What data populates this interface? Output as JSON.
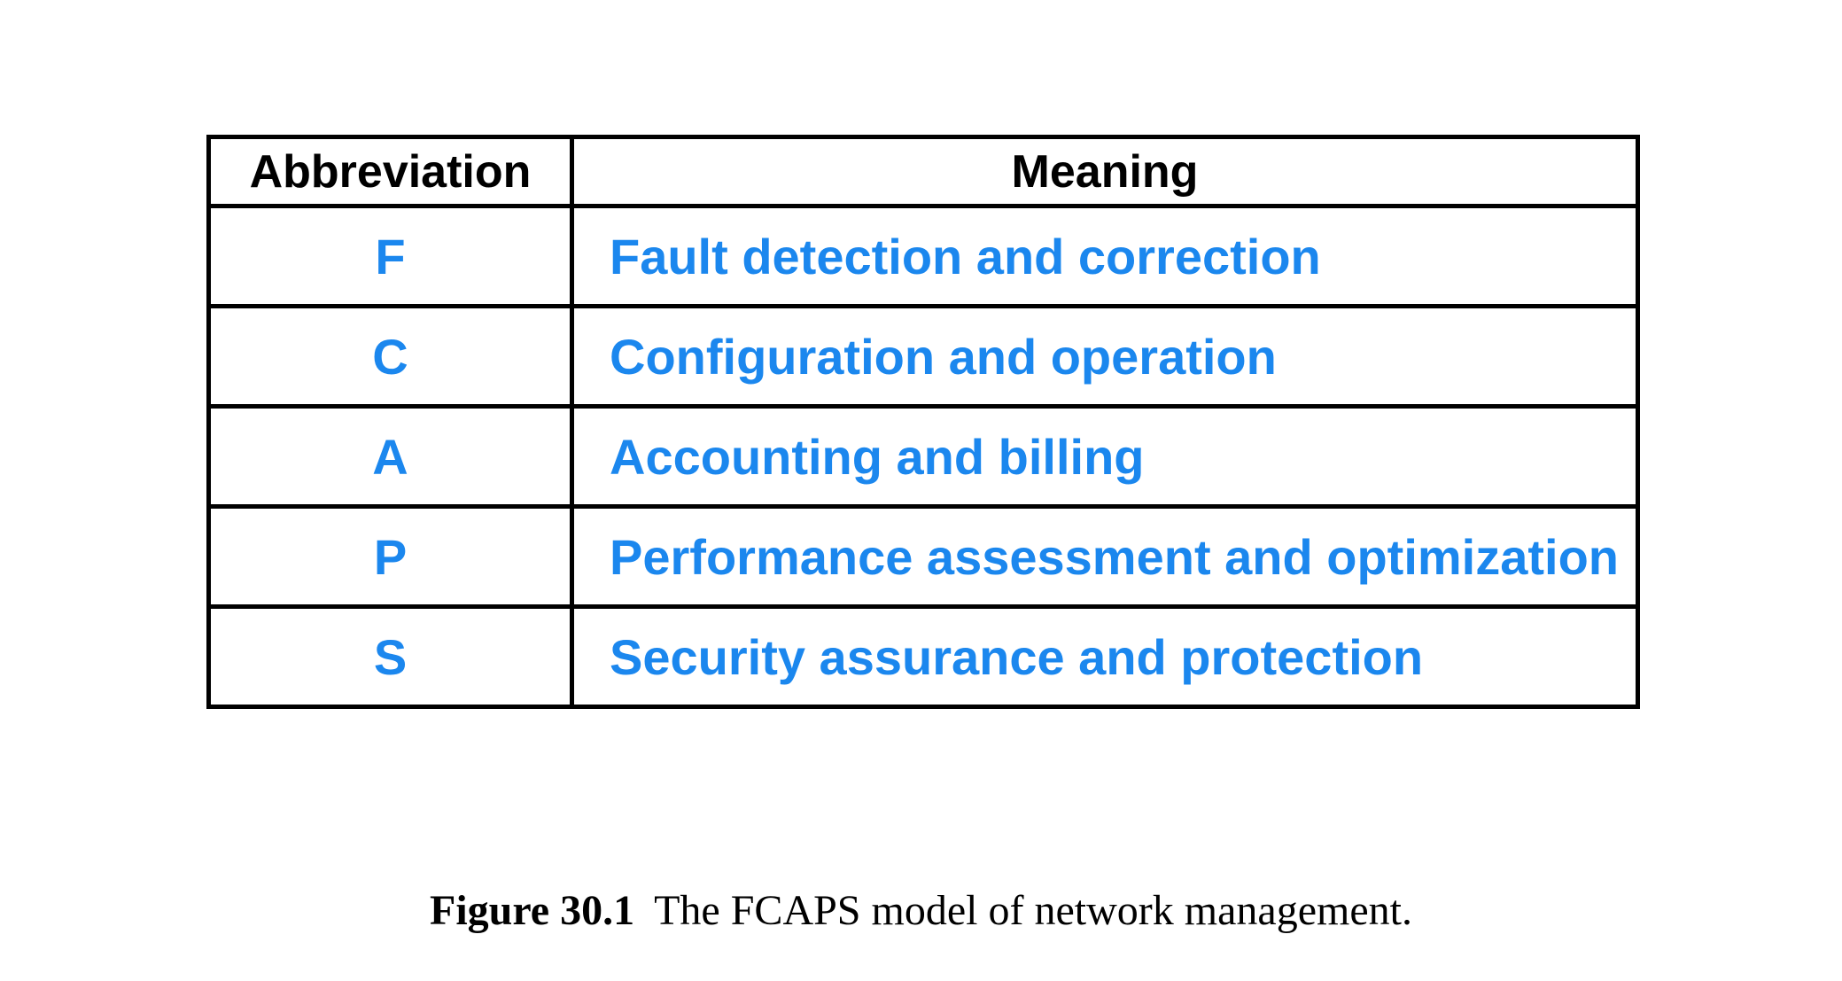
{
  "table": {
    "headers": {
      "abbreviation": "Abbreviation",
      "meaning": "Meaning"
    },
    "rows": [
      {
        "abbr": "F",
        "meaning": "Fault detection and correction"
      },
      {
        "abbr": "C",
        "meaning": "Configuration and operation"
      },
      {
        "abbr": "A",
        "meaning": "Accounting and billing"
      },
      {
        "abbr": "P",
        "meaning": "Performance assessment and optimization"
      },
      {
        "abbr": "S",
        "meaning": "Security assurance and protection"
      }
    ]
  },
  "caption": {
    "label": "Figure 30.1",
    "text": "The FCAPS model of network management."
  },
  "colors": {
    "row_text_blue": "#1b87ee",
    "header_text": "#000000",
    "border": "#000000",
    "background": "#ffffff"
  }
}
